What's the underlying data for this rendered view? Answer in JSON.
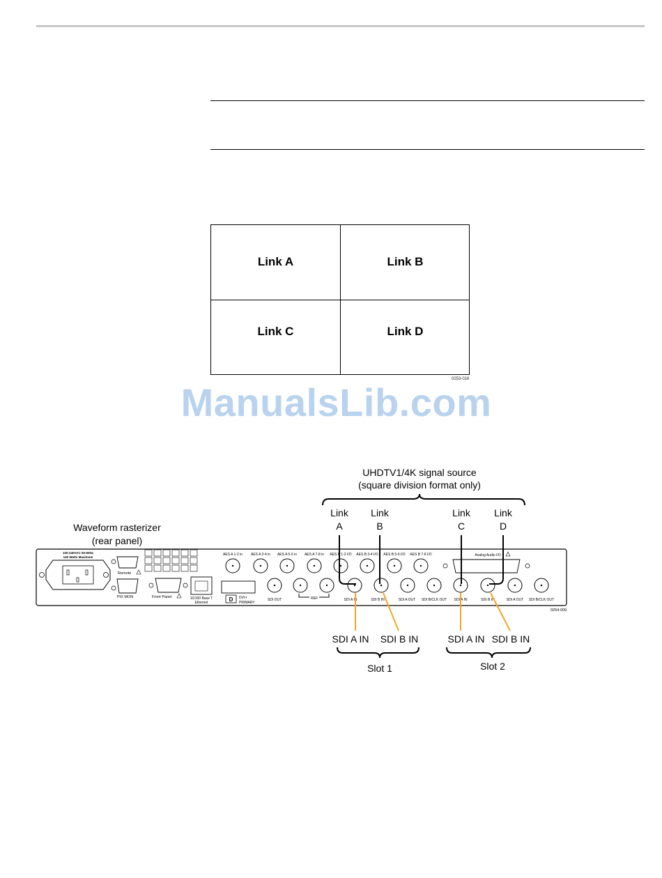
{
  "quad_diagram": {
    "cells": [
      "Link A",
      "Link B",
      "Link C",
      "Link D"
    ],
    "figure_id": "0253-016"
  },
  "watermark": "ManualsLib.com",
  "connection_diagram": {
    "source_title_line1": "UHDTV1/4K signal source",
    "source_title_line2": "(square division format only)",
    "links": [
      {
        "line1": "Link",
        "line2": "A"
      },
      {
        "line1": "Link",
        "line2": "B"
      },
      {
        "line1": "Link",
        "line2": "C"
      },
      {
        "line1": "Link",
        "line2": "D"
      }
    ],
    "device_title_line1": "Waveform rasterizer",
    "device_title_line2": "(rear panel)",
    "inputs": [
      "SDI A IN",
      "SDI B IN",
      "SDI A IN",
      "SDI B IN"
    ],
    "slots": [
      "Slot 1",
      "Slot 2"
    ],
    "panel_labels": {
      "power_line1": "100-240VAC 50-60Hz",
      "power_line2": "140 Watts Maximum",
      "remote": "Remote",
      "pix_mon": "PIX MON",
      "front_panel": "Front Panel",
      "ethernet_line1": "10/100 Base T",
      "ethernet_line2": "Ethernet",
      "dvi_line1": "DVI-I",
      "dvi_line2": "PRIMARY",
      "sdi_out": "SDI OUT",
      "ref": "REF",
      "aes_top": [
        "AES A 1-2 in",
        "AES A 3-4 in",
        "AES A 5-6 in",
        "AES A 7-8 in",
        "AES B 1-2 I/O",
        "AES B 3-4 I/O",
        "AES B 5-6 I/O",
        "AES B 7-8 I/O"
      ],
      "analog_audio": "Analog Audio I/O",
      "slot_bnc": [
        "SDI A IN",
        "SDI B IN",
        "SDI A OUT",
        "SDI B/CLK OUT",
        "SDI A IN",
        "SDI B IN",
        "SDI A OUT",
        "SDI B/CLK OUT"
      ]
    },
    "figure_id": "0254-009",
    "colors": {
      "line": "#000000",
      "accent": "#f5a623"
    }
  }
}
